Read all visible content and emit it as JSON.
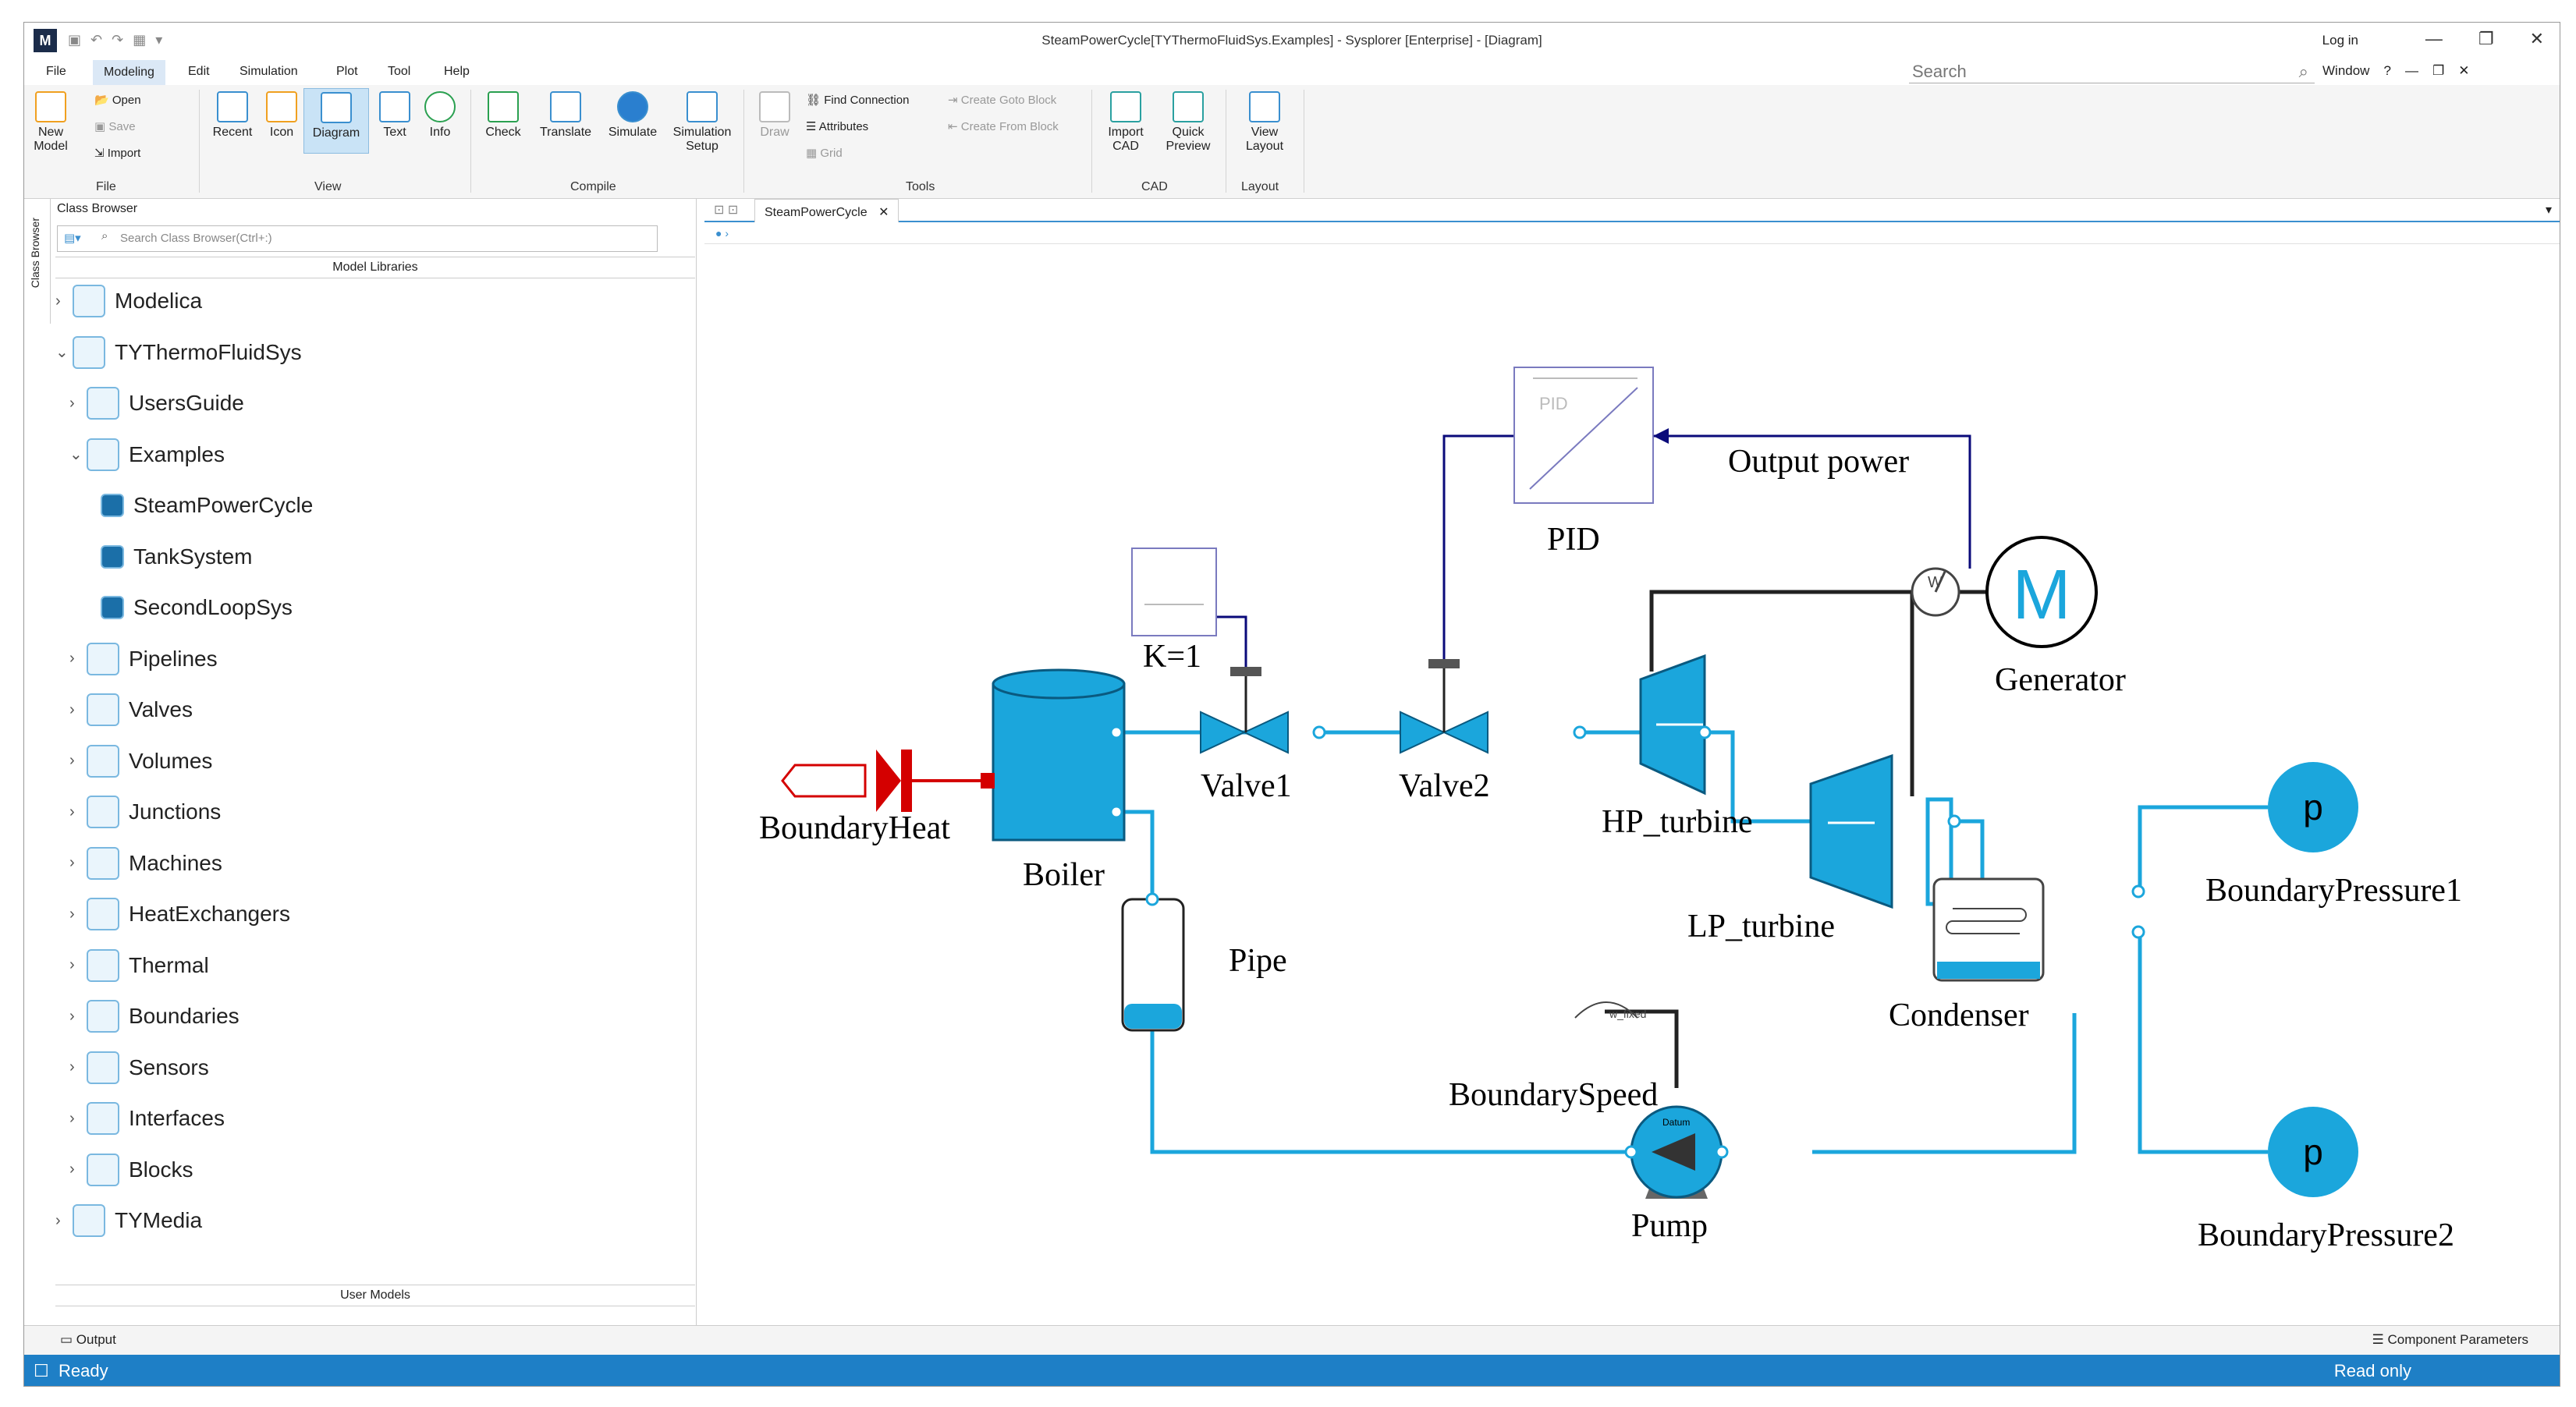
{
  "window": {
    "title": "SteamPowerCycle[TYThermoFluidSys.Examples] - Sysplorer [Enterprise] - [Diagram]",
    "login": "Log in",
    "logo": "M"
  },
  "menu": {
    "items": [
      "File",
      "Modeling",
      "Edit",
      "Simulation",
      "Plot",
      "Tool",
      "Help"
    ],
    "search_placeholder": "Search",
    "window_label": "Window"
  },
  "ribbon": {
    "file_group": {
      "label": "File",
      "new_model": "New Model",
      "open": "Open",
      "save": "Save",
      "import": "Import"
    },
    "view_group": {
      "label": "View",
      "recent": "Recent",
      "icon": "Icon",
      "diagram": "Diagram",
      "text": "Text",
      "info": "Info"
    },
    "compile_group": {
      "label": "Compile",
      "check": "Check",
      "translate": "Translate",
      "simulate": "Simulate",
      "simulation_setup": "Simulation Setup"
    },
    "tools_group": {
      "label": "Tools",
      "draw": "Draw",
      "find_connection": "Find Connection",
      "attributes": "Attributes",
      "grid": "Grid",
      "create_goto_block": "Create Goto Block",
      "create_from_block": "Create From Block"
    },
    "cad_group": {
      "label": "CAD",
      "import_cad": "Import CAD",
      "quick_preview": "Quick Preview"
    },
    "layout_group": {
      "label": "Layout",
      "view_layout": "View Layout"
    }
  },
  "class_browser": {
    "side_tab": "Class Browser",
    "title": "Class Browser",
    "search_placeholder": "Search Class Browser(Ctrl+:)",
    "model_libraries": "Model Libraries",
    "user_models": "User Models",
    "tree": [
      {
        "label": "Modelica",
        "level": 0,
        "expanded": false
      },
      {
        "label": "TYThermoFluidSys",
        "level": 0,
        "expanded": true
      },
      {
        "label": "UsersGuide",
        "level": 1,
        "expanded": false
      },
      {
        "label": "Examples",
        "level": 1,
        "expanded": true
      },
      {
        "label": "SteamPowerCycle",
        "level": 2,
        "expanded": null
      },
      {
        "label": "TankSystem",
        "level": 2,
        "expanded": null
      },
      {
        "label": "SecondLoopSys",
        "level": 2,
        "expanded": null
      },
      {
        "label": "Pipelines",
        "level": 1,
        "expanded": false
      },
      {
        "label": "Valves",
        "level": 1,
        "expanded": false
      },
      {
        "label": "Volumes",
        "level": 1,
        "expanded": false
      },
      {
        "label": "Junctions",
        "level": 1,
        "expanded": false
      },
      {
        "label": "Machines",
        "level": 1,
        "expanded": false
      },
      {
        "label": "HeatExchangers",
        "level": 1,
        "expanded": false
      },
      {
        "label": "Thermal",
        "level": 1,
        "expanded": false
      },
      {
        "label": "Boundaries",
        "level": 1,
        "expanded": false
      },
      {
        "label": "Sensors",
        "level": 1,
        "expanded": false
      },
      {
        "label": "Interfaces",
        "level": 1,
        "expanded": false
      },
      {
        "label": "Blocks",
        "level": 1,
        "expanded": false
      },
      {
        "label": "TYMedia",
        "level": 0,
        "expanded": false
      }
    ]
  },
  "document_tab": "SteamPowerCycle",
  "diagram": {
    "labels": {
      "pid": "PID",
      "pid_icon": "PID",
      "output_power": "Output  power",
      "generator": "Generator",
      "generator_icon": "M",
      "k": "K=1",
      "valve1": "Valve1",
      "valve2": "Valve2",
      "hp_turbine": "HP_turbine",
      "lp_turbine": "LP_turbine",
      "boundary_heat": "BoundaryHeat",
      "boiler": "Boiler",
      "pipe": "Pipe",
      "condenser": "Condenser",
      "boundary_pressure1": "BoundaryPressure1",
      "boundary_pressure2": "BoundaryPressure2",
      "pressure_icon": "p",
      "boundary_speed": "BoundarySpeed",
      "w_fixed": "w_fixed",
      "pump": "Pump",
      "pump_icon": "Datum",
      "power_sensor_icon": "W"
    },
    "colors": {
      "fluid": "#1ba6dc",
      "signal": "#0a0a7a",
      "heat": "#d40000",
      "mech": "#222222"
    }
  },
  "output_label": "Output",
  "component_parameters": "Component Parameters",
  "status": {
    "left": "Ready",
    "right": "Read only"
  }
}
